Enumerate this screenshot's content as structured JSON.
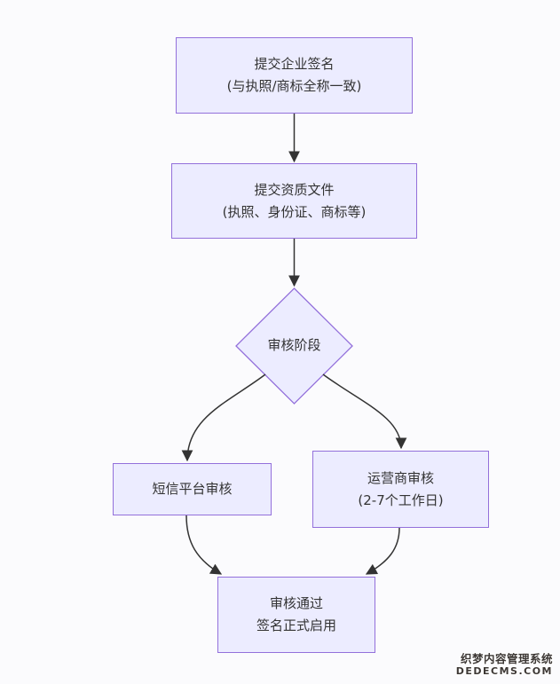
{
  "diagram": {
    "title_hint": "SMS signature application review flowchart",
    "nodes": {
      "submit_signature": {
        "line1": "提交企业签名",
        "line2": "(与执照/商标全称一致)"
      },
      "submit_documents": {
        "line1": "提交资质文件",
        "line2": "(执照、身份证、商标等)"
      },
      "review_stage": {
        "label": "审核阶段"
      },
      "sms_platform_review": {
        "label": "短信平台审核"
      },
      "carrier_review": {
        "line1": "运营商审核",
        "line2": "(2-7个工作日)"
      },
      "review_passed": {
        "line1": "审核通过",
        "line2": "签名正式启用"
      }
    },
    "colors": {
      "node_fill": "#ECECFF",
      "node_border": "#9370DB",
      "edge": "#333333",
      "node_text": "#333333",
      "background": "#fbfbfd",
      "watermark_text": "#3d3835"
    }
  },
  "watermark": {
    "line1": "织梦内容管理系统",
    "line2": "DEDECMS.COM"
  }
}
